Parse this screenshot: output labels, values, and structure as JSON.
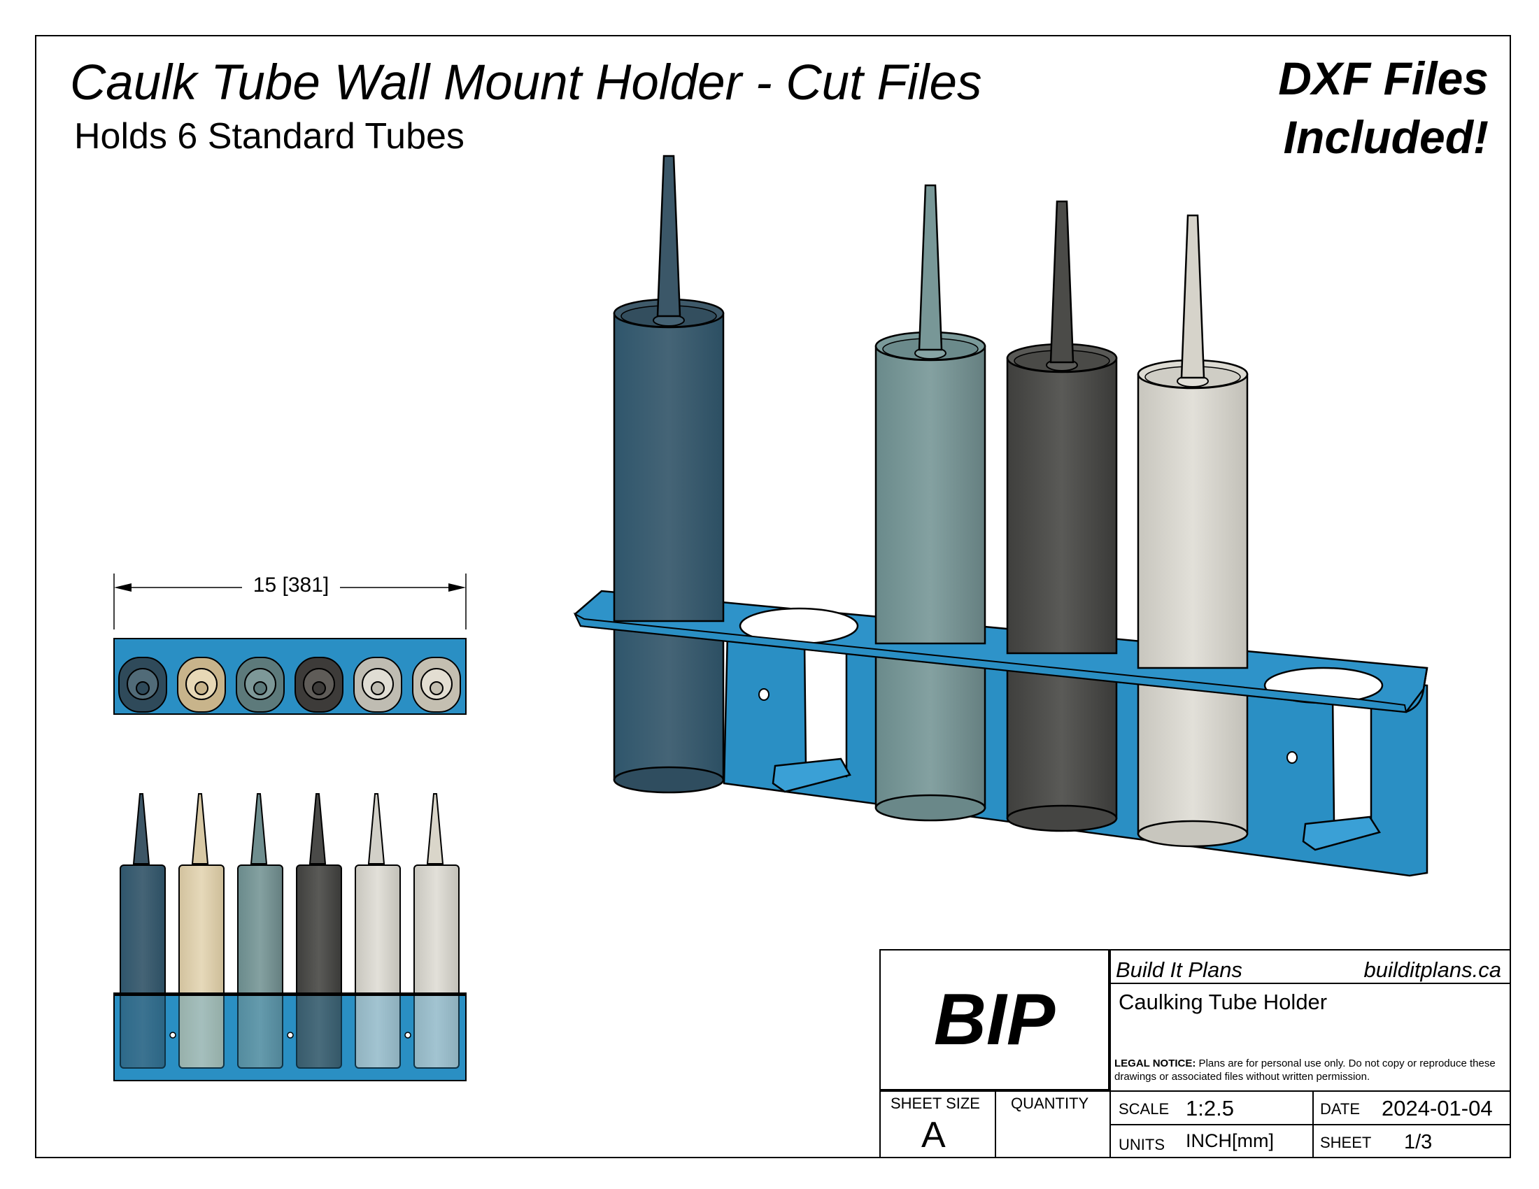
{
  "header": {
    "title": "Caulk Tube Wall Mount Holder - Cut Files",
    "subtitle": "Holds 6 Standard Tubes",
    "promo_line1": "DXF Files",
    "promo_line2": "Included!"
  },
  "dimension": {
    "width_label": "15 [381]"
  },
  "colors": {
    "holder_blue": "#2a8fc4",
    "tube_dark_blue": "#3d5666",
    "tube_tan": "#dccdaa",
    "tube_sage": "#6f8e8f",
    "tube_charcoal": "#4a4a48",
    "tube_light_grey": "#d2d0c8",
    "tube_off_white": "#dad6ca"
  },
  "title_block": {
    "logo": "BIP",
    "company": "Build It Plans",
    "website": "builditplans.ca",
    "part_name": "Caulking Tube Holder",
    "legal_label": "LEGAL NOTICE:",
    "legal_text": " Plans are for personal use only. Do not copy or reproduce these drawings or associated files without written permission.",
    "sheet_size_label": "SHEET SIZE",
    "sheet_size_value": "A",
    "quantity_label": "QUANTITY",
    "scale_label": "SCALE",
    "scale_value": "1:2.5",
    "date_label": "DATE",
    "date_value": "2024-01-04",
    "units_label": "UNITS",
    "units_value": "INCH[mm]",
    "sheet_label": "SHEET",
    "sheet_value": "1/3"
  }
}
